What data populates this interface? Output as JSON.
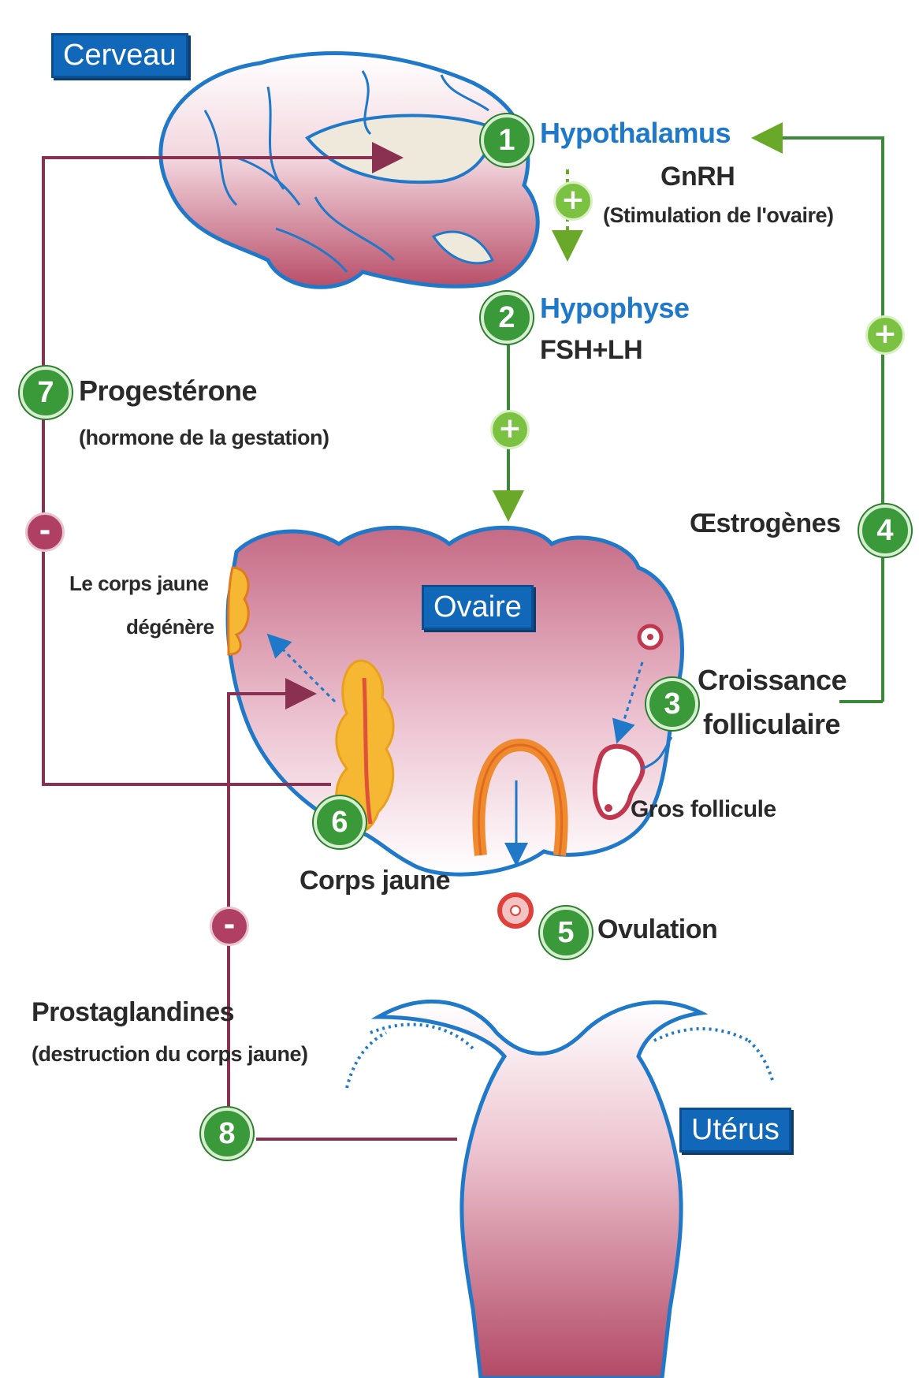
{
  "boxes": {
    "cerveau": "Cerveau",
    "ovaire": "Ovaire",
    "uterus": "Utérus"
  },
  "labels": {
    "hypothalamus": "Hypothalamus",
    "gnrh": "GnRH",
    "gnrh_note": "(Stimulation de l'ovaire)",
    "hypophyse": "Hypophyse",
    "fsh_lh": "FSH+LH",
    "progesterone": "Progestérone",
    "progesterone_note": "(hormone de la gestation)",
    "oestrogenes": "Œstrogènes",
    "corps_jaune_degenere_1": "Le corps jaune",
    "corps_jaune_degenere_2": "dégénère",
    "croissance_1": "Croissance",
    "croissance_2": "folliculaire",
    "gros_follicule": "Gros follicule",
    "corps_jaune": "Corps jaune",
    "ovulation": "Ovulation",
    "prostaglandines": "Prostaglandines",
    "prostaglandines_note": "(destruction du corps jaune)"
  },
  "steps": [
    "1",
    "2",
    "3",
    "4",
    "5",
    "6",
    "7",
    "8"
  ],
  "signs": {
    "plus": "+",
    "minus": "-"
  },
  "colors": {
    "box_blue": "#1168b8",
    "badge_green": "#3a9a3a",
    "plus_green": "#7cc242",
    "minus_red": "#b04063",
    "feedback_line": "#8a3050",
    "green_line": "#3a8a3a",
    "organ_pink": "#c0607a",
    "corpus_yellow": "#f6b833",
    "outline_blue": "#1f78c8"
  }
}
